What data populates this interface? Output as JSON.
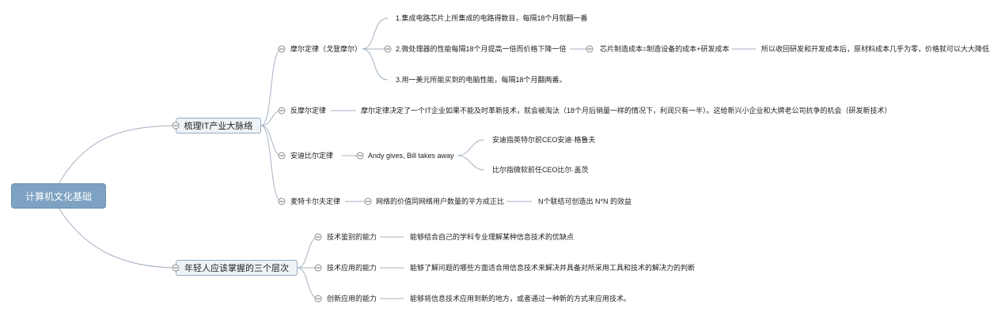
{
  "root": "计算机文化基础",
  "branches": [
    {
      "label": "梳理IT产业大脉络",
      "children": [
        {
          "label": "摩尔定律（戈登摩尔）",
          "children": [
            "1.集成电路芯片上所集成的电路得数目，每隔18个月就翻一番",
            "2.微处理器的性能每隔18个月提高一倍而价格下降一倍",
            "3.用一美元所能买到的电脑性能，每隔18个月翻两番。"
          ],
          "chain": [
            "芯片制造成本=制造设备的成本+研发成本",
            "所以收回研发和开发成本后，原材料成本几乎为零，价格就可以大大降低"
          ]
        },
        {
          "label": "反摩尔定律",
          "children": [
            "摩尔定律决定了一个IT企业如果不能及时革新技术，就会被淘汰（18个月后销量一样的情况下，利润只有一半）。这给新兴小企业和大牌老公司抗争的机会（研发新技术）"
          ]
        },
        {
          "label": "安迪比尔定律",
          "children": [
            "Andy gives, Bill takes away"
          ],
          "sub": [
            "安迪指英特尔前CEO安迪·格鲁夫",
            "比尔指微软前任CEO比尔·盖茨"
          ]
        },
        {
          "label": "麦特卡尔夫定律",
          "children": [
            "网络的价值同网络用户数量的平方成正比"
          ],
          "sub": [
            "N个联结可创造出 N*N 的效益"
          ]
        }
      ]
    },
    {
      "label": "年轻人应该掌握的三个层次",
      "children": [
        {
          "label": "技术鉴别的能力",
          "desc": "能够结合自己的学科专业理解某种信息技术的优缺点"
        },
        {
          "label": "技术应用的能力",
          "desc": "能够了解问题的哪些方面适合用信息技术来解决并具备对所采用工具和技术的解决力的判断"
        },
        {
          "label": "创新应用的能力",
          "desc": "能够将信息技术应用到新的地方，或者通过一种新的方式来应用技术。"
        }
      ]
    }
  ]
}
